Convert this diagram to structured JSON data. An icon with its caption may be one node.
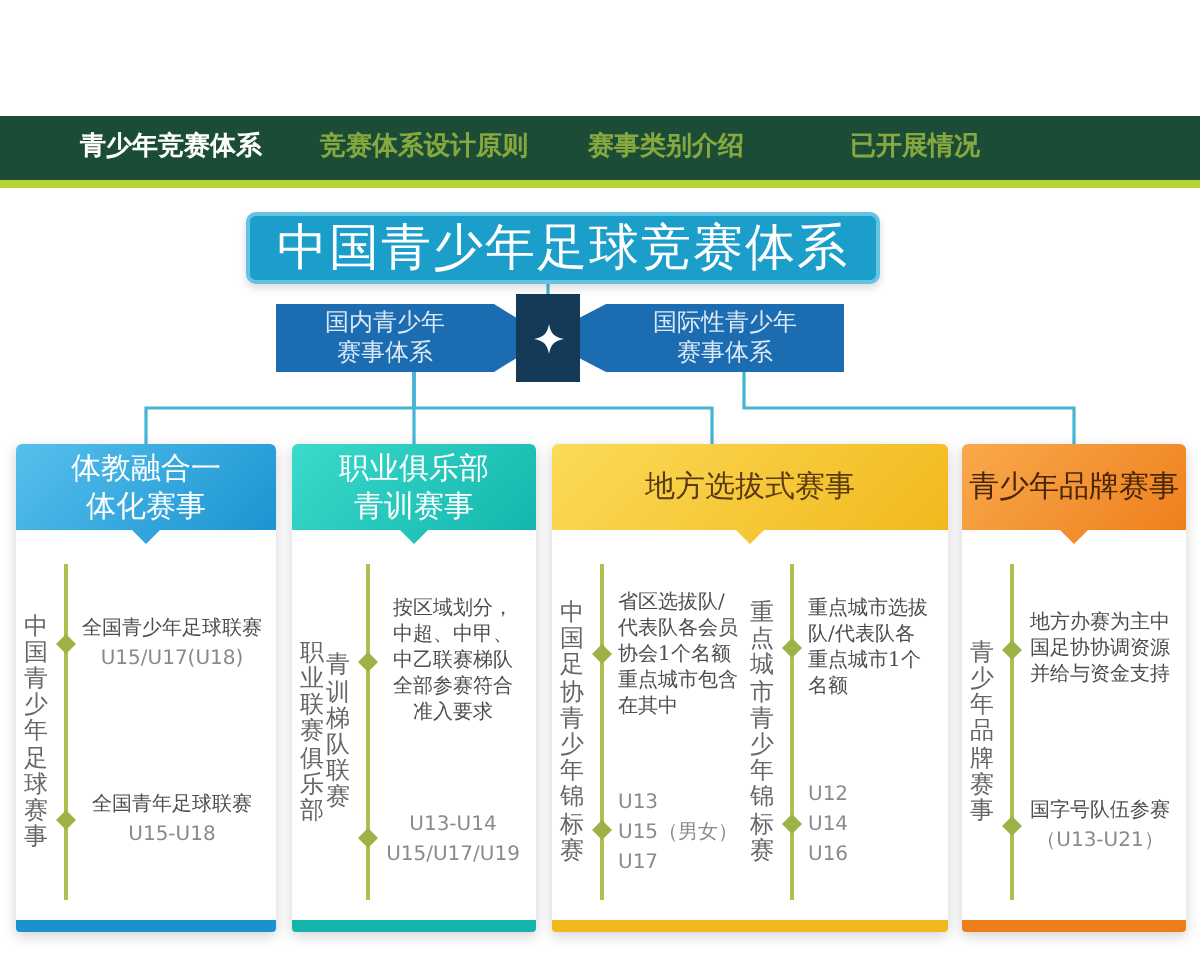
{
  "diagram": {
    "nodes": [
      {
        "text": [
          "中国青少年足球竞赛体系"
        ]
      },
      {
        "text": [
          "国内青少年赛事体系"
        ]
      },
      {
        "text": [],
        "shape": "box"
      },
      {
        "text": [
          "国际性青少年赛事体系"
        ]
      },
      {
        "text": [
          "体教融合一体化赛事",
          "中国青少年足球赛事",
          "全国青少年足球联赛",
          "U15/U17(U18)",
          "全国青年足球联赛",
          "U15-U18"
        ]
      },
      {
        "text": [
          "职业俱乐部青训赛事",
          "职业联赛俱乐部",
          "青训梯队联赛",
          "按区域划分，中超、中甲、中乙联赛梯队全部参赛符合准入要求",
          "U13-U14",
          "U15/U17/U19"
        ]
      },
      {
        "text": [
          "地方选拔式赛事",
          "中国足协青少年锦标赛",
          "省区选拔队/代表队各会员协会1个名额重点城市包含在其中",
          "U13",
          "U15（男女）",
          "U17",
          "重点城市青少年锦标赛",
          "重点城市选拔队/代表队各重点城市1个名额",
          "U12",
          "U14",
          "U16"
        ]
      },
      {
        "text": [
          "青少年品牌赛事",
          "青少年品牌赛事",
          "地方办赛为主中国足协协调资源并给与资金支持",
          "国字号队伍参赛",
          "（U13-U21）"
        ]
      }
    ],
    "edges": [
      {
        "from": 0,
        "to": 2,
        "arrow": "none"
      },
      {
        "from": 2,
        "to": 1,
        "arrow": "none",
        "style": "thick",
        "color": "#1b6cb1"
      },
      {
        "from": 2,
        "to": 3,
        "arrow": "none",
        "style": "thick",
        "color": "#1b6cb1"
      },
      {
        "from": 1,
        "to": 4,
        "arrow": "none"
      },
      {
        "from": 1,
        "to": 5,
        "arrow": "none"
      },
      {
        "from": 1,
        "to": 6,
        "arrow": "none"
      },
      {
        "from": 3,
        "to": 7,
        "arrow": "none"
      }
    ],
    "labels": [
      "青少年竞赛体系",
      "竞赛体系设计原则",
      "赛事类别介绍",
      "已开展情况"
    ]
  }
}
